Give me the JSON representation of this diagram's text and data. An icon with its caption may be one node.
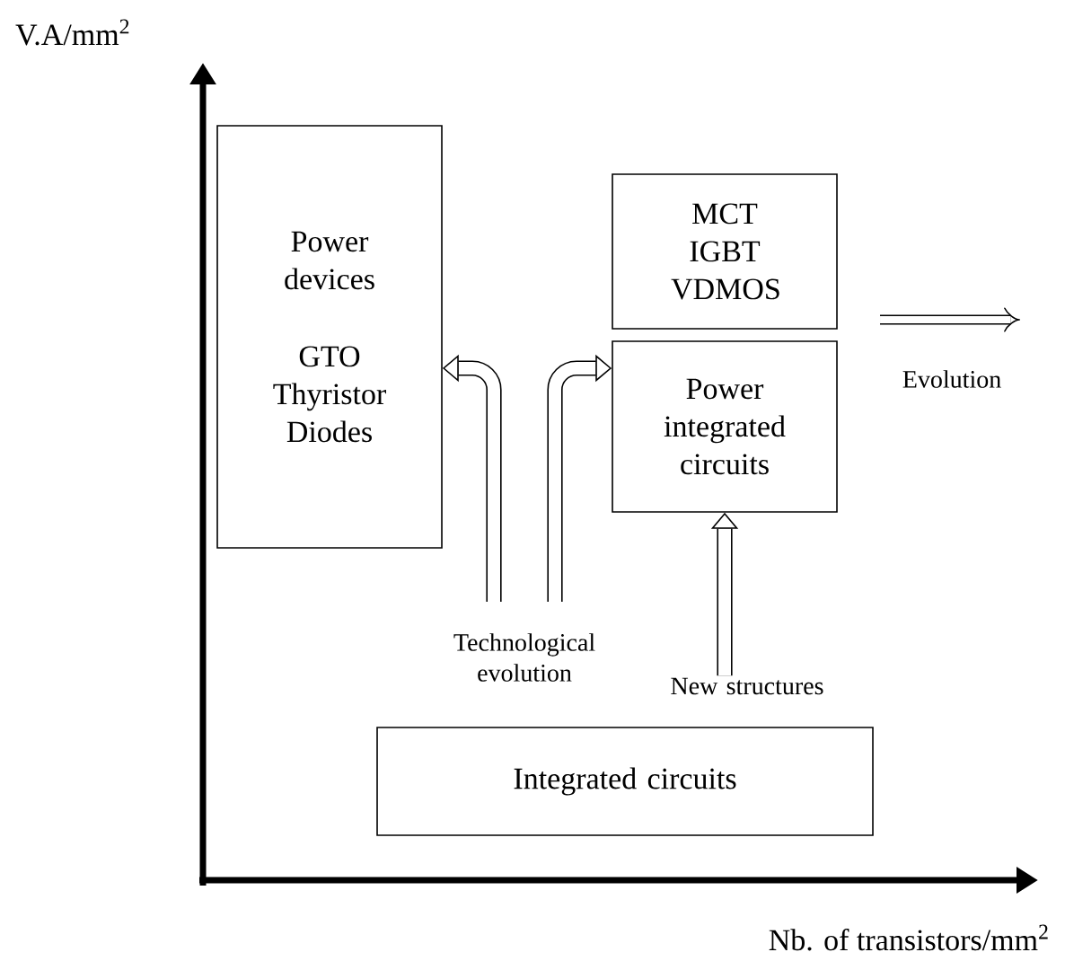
{
  "diagram": {
    "nodes": [
      {
        "text": [
          "Power devices",
          "GTO Thyristor Diodes"
        ]
      },
      {
        "text": [
          "MCT IGBT VDMOS"
        ]
      },
      {
        "text": [
          "Power integrated circuits"
        ]
      },
      {
        "text": [
          "Integrated circuits"
        ]
      },
      {
        "text": [
          "Technological evolution"
        ]
      },
      {
        "text": [
          "New structures"
        ]
      }
    ],
    "edges": [
      {
        "from": 4,
        "to": 0,
        "arrow": "to"
      },
      {
        "from": 4,
        "to": 2,
        "arrow": "to"
      },
      {
        "from": 5,
        "to": 2,
        "arrow": "to"
      }
    ],
    "labels": [
      "V.A/mm$^{2}$",
      "Evolution",
      "Nb. of transistors/mm$^{2}$"
    ]
  }
}
